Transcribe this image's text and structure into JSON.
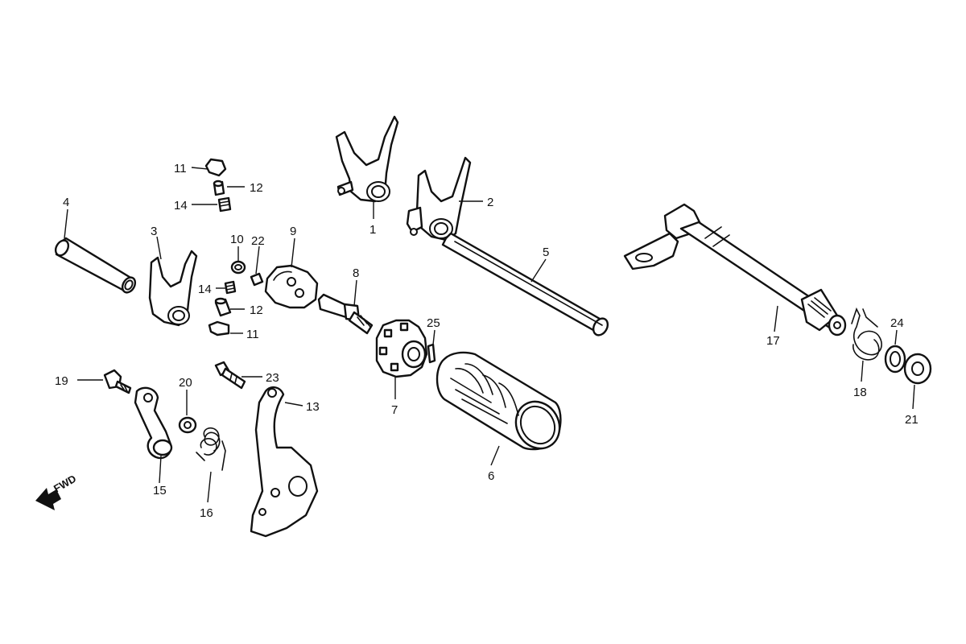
{
  "callouts": [
    "1",
    "2",
    "3",
    "4",
    "5",
    "6",
    "7",
    "8",
    "9",
    "10",
    "11",
    "11",
    "12",
    "12",
    "13",
    "14",
    "14",
    "15",
    "16",
    "17",
    "18",
    "19",
    "20",
    "21",
    "22",
    "23",
    "24",
    "25"
  ],
  "fwd_label": "FWD",
  "icons": {
    "fwd_arrow": "left-arrow-icon"
  }
}
